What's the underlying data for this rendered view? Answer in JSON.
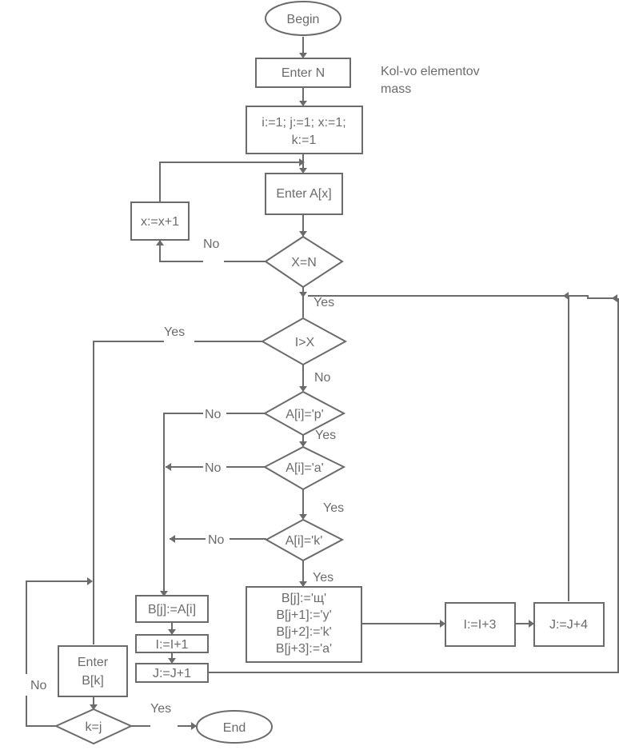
{
  "diagram": {
    "type": "flowchart",
    "begin": "Begin",
    "end": "End",
    "annotation": [
      "Kol-vo elementov",
      "mass"
    ],
    "nodes": {
      "enter_n": "Enter N",
      "init": [
        "i:=1; j:=1; x:=1;",
        "k:=1"
      ],
      "enter_ax": "Enter A[x]",
      "x_inc": "x:=x+1",
      "cond_xn": "X=N",
      "cond_ix": "I>X",
      "cond_p": "A[i]='p'",
      "cond_a": "A[i]='a'",
      "cond_k": "A[i]='k'",
      "copy": "B[j]:=A[i]",
      "i_inc1": "I:=I+1",
      "j_inc1": "J:=J+1",
      "assign_block": [
        "B[j]:='щ'",
        "B[j+1]:='y'",
        "B[j+2]:='k'",
        "B[j+3]:='a'"
      ],
      "i_inc3": "I:=I+3",
      "j_inc4": "J:=J+4",
      "enter_bk": [
        "Enter",
        "B[k]"
      ],
      "cond_kj": "k=j"
    },
    "labels": {
      "yes": "Yes",
      "no": "No"
    }
  }
}
